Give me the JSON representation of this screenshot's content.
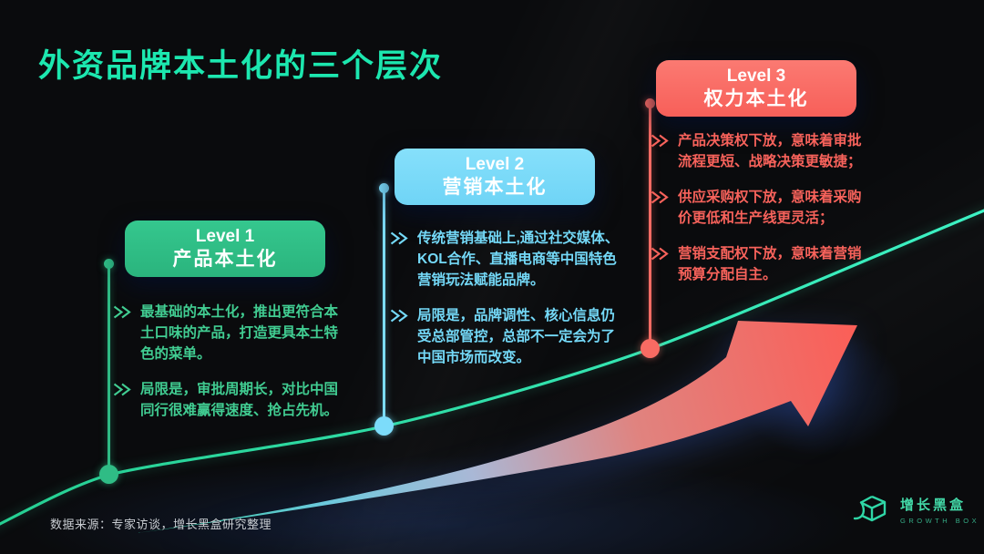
{
  "slide": {
    "title": "外资品牌本土化的三个层次",
    "source_note": "数据来源：专家访谈，增长黑盒研究整理"
  },
  "levels": [
    {
      "label": "Level 1",
      "name": "产品本土化",
      "box_color": "#2fbc85",
      "text_color": "#41cd92",
      "bullets": [
        "最基础的本土化，推出更符合本土口味的产品，打造更具本土特色的菜单。",
        "局限是，审批周期长，对比中国同行很难赢得速度、抢占先机。"
      ]
    },
    {
      "label": "Level 2",
      "name": "营销本土化",
      "box_color": "#7cdcfa",
      "text_color": "#74d9f8",
      "bullets": [
        "传统营销基础上,通过社交媒体、KOL合作、直播电商等中国特色营销玩法赋能品牌。",
        "局限是，品牌调性、核心信息仍受总部管控，总部不一定会为了中国市场而改变。"
      ]
    },
    {
      "label": "Level 3",
      "name": "权力本土化",
      "box_color": "#f96b63",
      "text_color": "#f7625b",
      "bullets": [
        "产品决策权下放，意味着审批流程更短、战略决策更敏捷；",
        "供应采购权下放，意味着采购价更低和生产线更灵活；",
        "营销支配权下放，意味着营销预算分配自主。"
      ]
    }
  ],
  "logo": {
    "name": "增长黑盒",
    "subtitle": "GROWTH BOX"
  },
  "colors": {
    "background": "#0a0b0d",
    "title": "#1ce7af",
    "curve_gradient": [
      "#26cf92",
      "#3df2c4"
    ],
    "arrow_gradient": [
      "#2bc999",
      "#6cc9dd",
      "#a9b8d6",
      "#e0837f",
      "#fb5e57"
    ]
  }
}
